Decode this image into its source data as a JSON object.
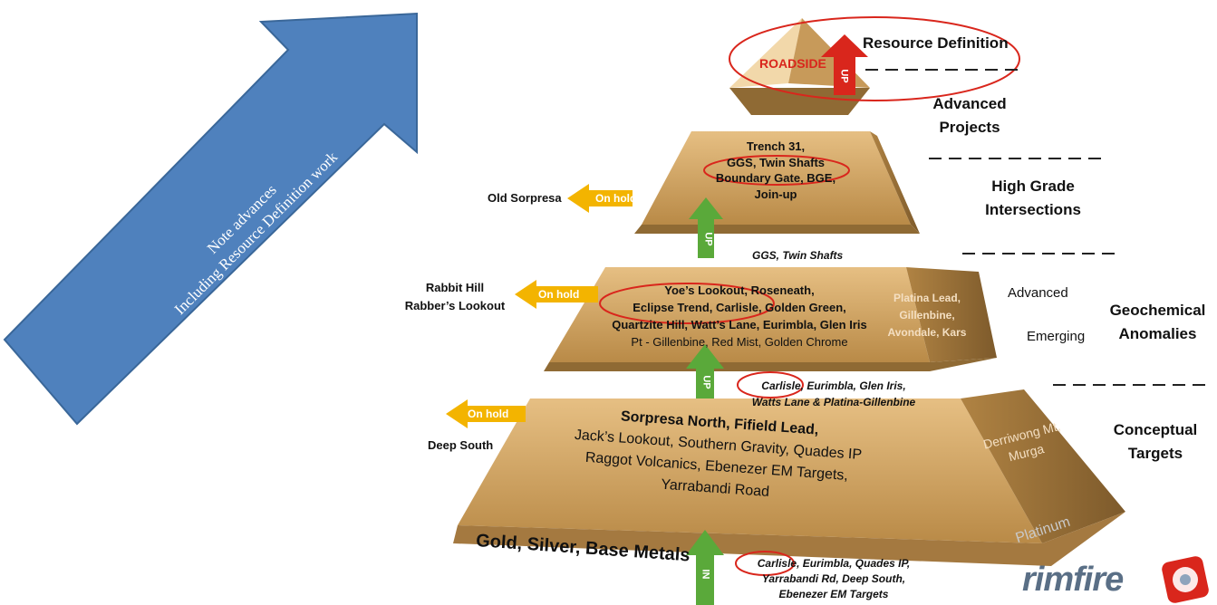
{
  "banner": {
    "line1": "Note advances",
    "line2": "Including Resource Definition work"
  },
  "levels": {
    "top": {
      "target": "ROADSIDE",
      "title": "Resource Definition",
      "arrow": "UP",
      "label_line1": "Advanced",
      "label_line2": "Projects"
    },
    "high_grade": {
      "items": [
        "Trench 31,",
        "GGS, Twin Shafts",
        "Boundary Gate, BGE,",
        "Join-up"
      ],
      "on_hold_label": "On hold",
      "on_hold_target": "Old Sorpresa",
      "label_line1": "High Grade",
      "label_line2": "Intersections",
      "promoted": "GGS, Twin Shafts",
      "arrow": "UP"
    },
    "geochemical": {
      "items": [
        "Yoe’s Lookout, Roseneath,",
        "Eclipse Trend, Carlisle, Golden Green,",
        "Quartzite Hill, Watt’s Lane, Eurimbla, Glen Iris",
        "Pt - Gillenbine, Red Mist, Golden Chrome"
      ],
      "side_items": [
        "Platina Lead,",
        "Gillenbine,",
        "Avondale, Kars"
      ],
      "on_hold_label": "On hold",
      "on_hold_target_line1": "Rabbit Hill",
      "on_hold_target_line2": "Rabber’s Lookout",
      "label_advanced": "Advanced",
      "label_emerging": "Emerging",
      "label_line1": "Geochemical",
      "label_line2": "Anomalies",
      "promoted_line1": "Carlisle, Eurimbla, Glen Iris,",
      "promoted_line2": "Watts Lane & Platina-Gillenbine",
      "arrow": "UP"
    },
    "conceptual": {
      "items": [
        "Sorpresa North, Fifield Lead,",
        "Jack’s Lookout, Southern Gravity, Quades IP",
        "Raggot Volcanics, Ebenezer EM Targets,",
        "Yarrabandi Road"
      ],
      "side_items": [
        "Derriwong Mt,",
        "Murga"
      ],
      "on_hold_label": "On hold",
      "on_hold_target": "Deep South",
      "label_line1": "Conceptual",
      "label_line2": "Targets",
      "commodity_main": "Gold, Silver, Base Metals",
      "commodity_side": "Platinum",
      "arrow": "IN",
      "incoming_line1": "Carlisle, Eurimbla, Quades IP,",
      "incoming_line2": "Yarrabandi Rd, Deep South,",
      "incoming_line3": "Ebenezer EM Targets"
    }
  },
  "logo": {
    "text": "rimfire"
  },
  "colors": {
    "banner": "#4f81bd",
    "pyramid_light": "#d9ad6b",
    "pyramid_dark": "#8a6430",
    "on_hold": "#f3b400",
    "up_arrow": "#5aa93a",
    "red": "#d9261c",
    "logo": "#5a6f86"
  }
}
